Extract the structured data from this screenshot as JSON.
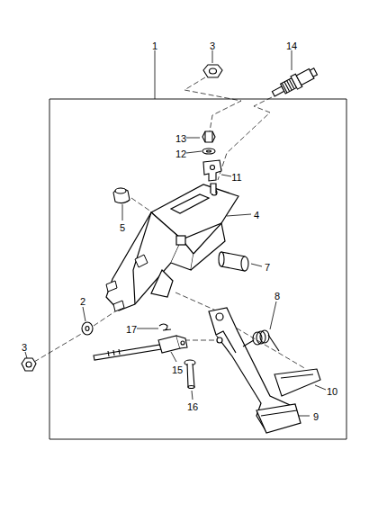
{
  "diagram": {
    "labels": [
      "1",
      "3",
      "14",
      "13",
      "12",
      "11",
      "4",
      "5",
      "7",
      "2",
      "8",
      "17",
      "3",
      "15",
      "10",
      "16",
      "9"
    ]
  }
}
